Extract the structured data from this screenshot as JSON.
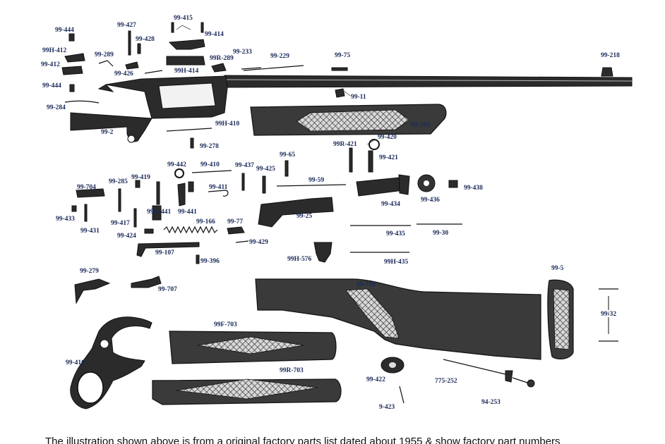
{
  "labels": {
    "l_99_444a": "99-444",
    "l_99_427": "99-427",
    "l_99_415": "99-415",
    "l_99_414": "99-414",
    "l_99_428": "99-428",
    "l_99h_412": "99H-412",
    "l_99_289": "99-289",
    "l_99r_289": "99R-289",
    "l_99_233": "99-233",
    "l_99_229": "99-229",
    "l_99_75": "99-75",
    "l_99_218": "99-218",
    "l_99_412": "99-412",
    "l_99_426": "99-426",
    "l_99h_414": "99H-414",
    "l_99_444b": "99-444",
    "l_99_11": "99-11",
    "l_99_284": "99-284",
    "l_99_703": "99-703",
    "l_99_2": "99-2",
    "l_99h_410": "99H-410",
    "l_99_278": "99-278",
    "l_99_420": "99-420",
    "l_99r_421": "99R-421",
    "l_99_421": "99-421",
    "l_99_65": "99-65",
    "l_99_442": "99-442",
    "l_99_410": "99-410",
    "l_99_437": "99-437",
    "l_99_425": "99-425",
    "l_99_419": "99-419",
    "l_99_704": "99-704",
    "l_99_285": "99-285",
    "l_99_59": "99-59",
    "l_99_411": "99-411",
    "l_99_438": "99-438",
    "l_99h_441": "99H-441",
    "l_99_441": "99-441",
    "l_99_434": "99-434",
    "l_99_436": "99-436",
    "l_99_433": "99-433",
    "l_99_417": "99-417",
    "l_99_25": "99-25",
    "l_99_431": "99-431",
    "l_99_166": "99-166",
    "l_99_77": "99-77",
    "l_99_424": "99-424",
    "l_99_435": "99-435",
    "l_99_30": "99-30",
    "l_99_429": "99-429",
    "l_99_107": "99-107",
    "l_99h_576": "99H-576",
    "l_99_396": "99-396",
    "l_99h_435": "99H-435",
    "l_99_279": "99-279",
    "l_99_5": "99-5",
    "l_99_707": "99-707",
    "l_99_708": "99-708",
    "l_99_32": "99-32",
    "l_99f_703": "99F-703",
    "l_99_416": "99-416",
    "l_99r_703": "99R-703",
    "l_99_422": "99-422",
    "l_775_252": "775-252",
    "l_94_253": "94-253",
    "l_9_423": "9-423"
  },
  "caption": "The illustration shown above is from a original factory parts list dated about 1955 & show factory part numbers"
}
